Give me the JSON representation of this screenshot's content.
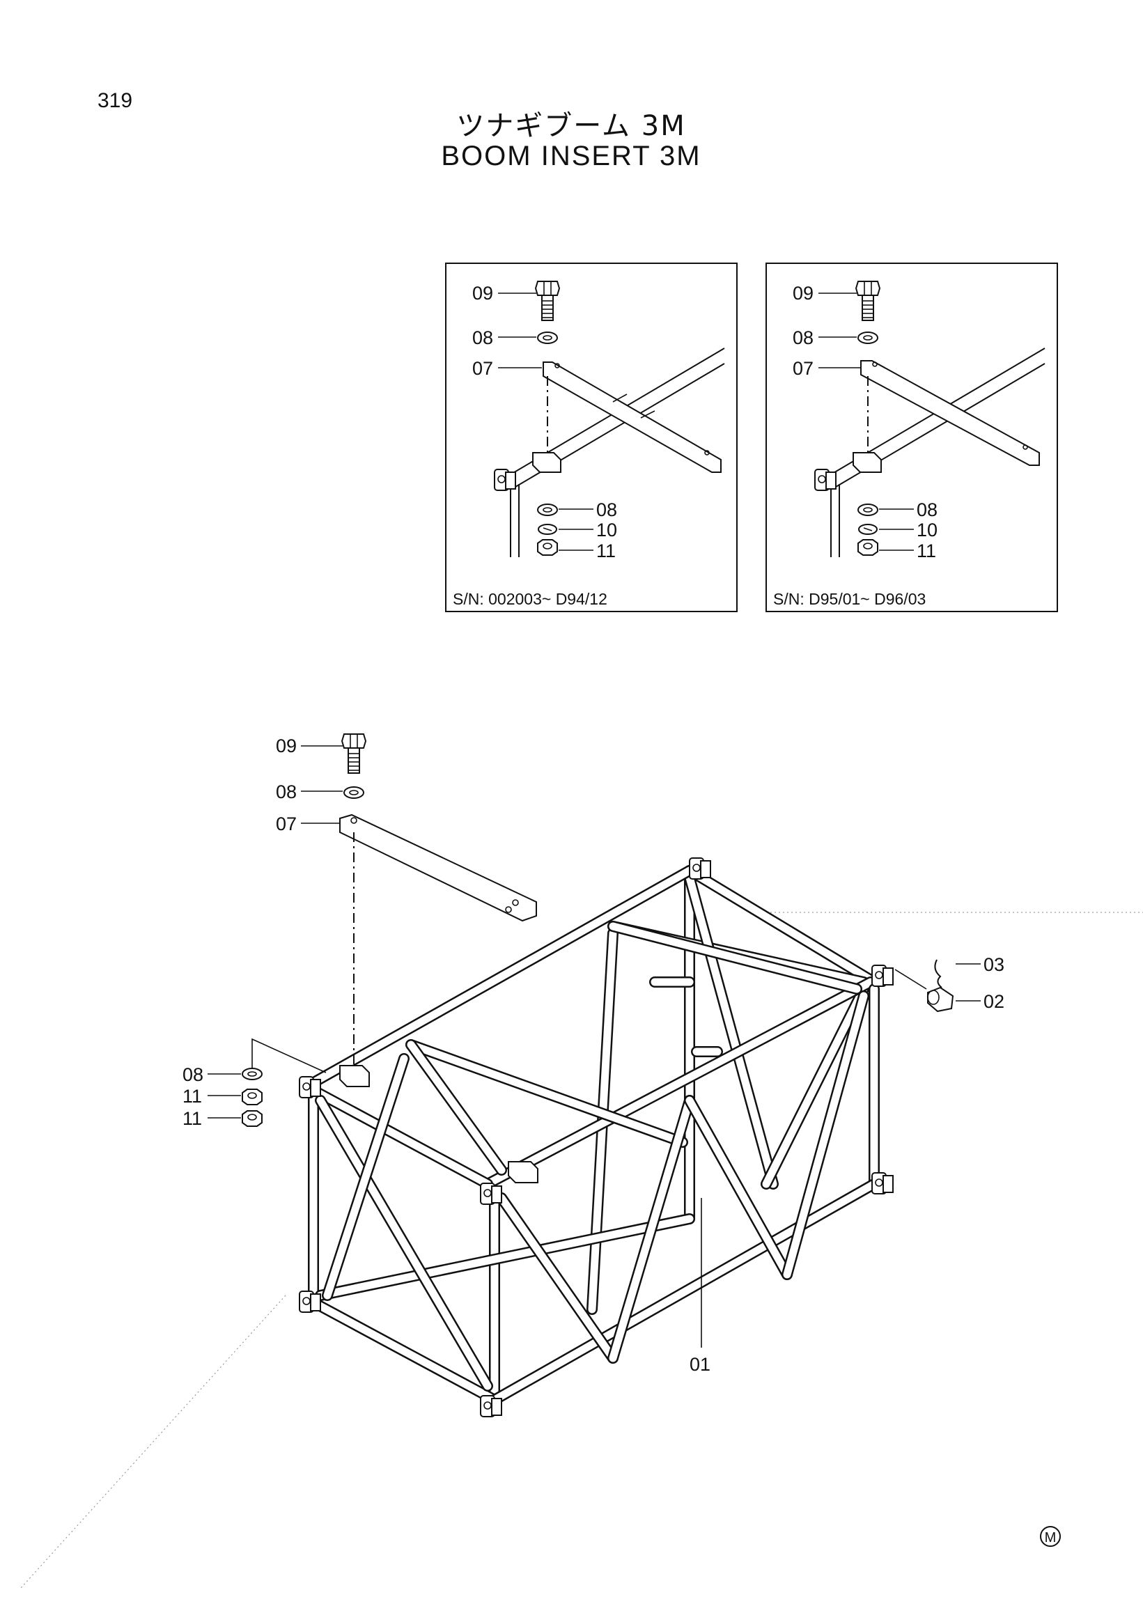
{
  "page_number": "319",
  "title_jp": "ツナギブーム 3M",
  "title_en": "BOOM INSERT 3M",
  "inset_left": {
    "serial": "S/N: 002003~ D94/12",
    "labels": [
      "09",
      "08",
      "07",
      "08",
      "10",
      "11"
    ]
  },
  "inset_right": {
    "serial": "S/N: D95/01~ D96/03",
    "labels": [
      "09",
      "08",
      "07",
      "08",
      "10",
      "11"
    ]
  },
  "main": {
    "labels": {
      "p09": "09",
      "p08_top": "08",
      "p07": "07",
      "p03": "03",
      "p02": "02",
      "p08_left": "08",
      "p11_a": "11",
      "p11_b": "11",
      "p01": "01"
    }
  },
  "mark": "M"
}
